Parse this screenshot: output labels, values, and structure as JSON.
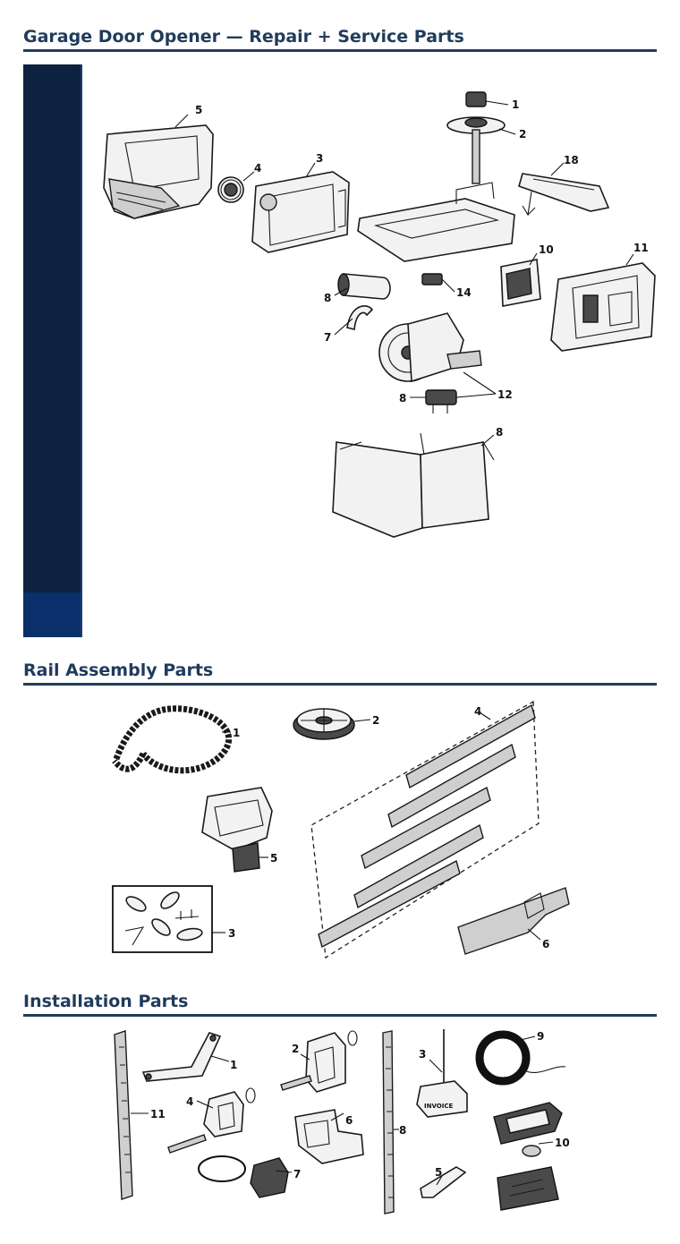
{
  "sections": {
    "opener": {
      "title": "Garage Door Opener — Repair + Service Parts"
    },
    "rail": {
      "title": "Rail Assembly Parts"
    },
    "install": {
      "title": "Installation Parts"
    }
  },
  "opener_callouts": {
    "c1": "1",
    "c2": "2",
    "c3": "3",
    "c4": "4",
    "c5": "5",
    "c8a": "8",
    "c7": "7",
    "c8b": "8",
    "c8c": "8",
    "c10": "10",
    "c11": "11",
    "c12": "12",
    "c14": "14",
    "c18": "18"
  },
  "rail_callouts": {
    "c1": "1",
    "c2": "2",
    "c3": "3",
    "c4": "4",
    "c5": "5",
    "c6": "6"
  },
  "install_callouts": {
    "c1": "1",
    "c2": "2",
    "c3": "3",
    "c4": "4",
    "c5": "5",
    "c6": "6",
    "c7": "7",
    "c8": "8",
    "c9": "9",
    "c10": "10",
    "c11": "11"
  },
  "tag_text": "INVOICE",
  "colors": {
    "title": "#203c5c",
    "sidebar": "#0d2140",
    "sidebar_foot": "#0a2f6a"
  }
}
